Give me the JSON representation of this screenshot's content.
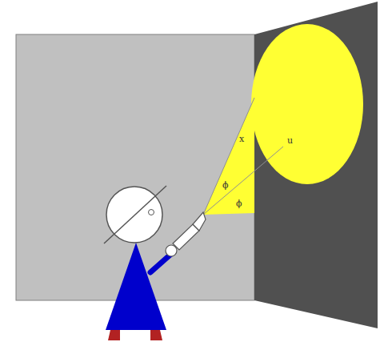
{
  "diagram": {
    "labels": [
      "x",
      "u",
      "ϕ",
      "ϕ"
    ]
  }
}
